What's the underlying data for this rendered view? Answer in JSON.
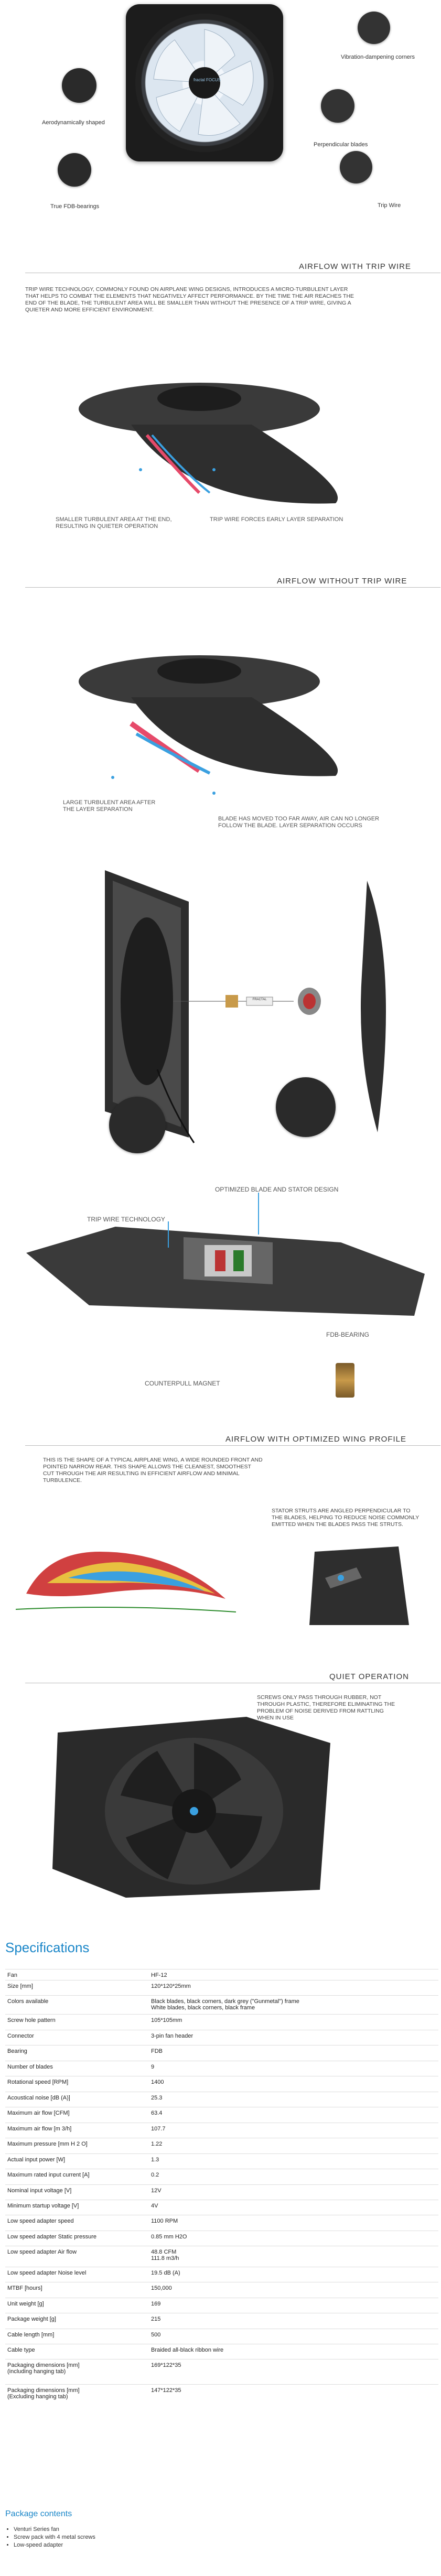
{
  "hero": {
    "labels": {
      "vibration": "Vibration-dampening corners",
      "aero": "Aerodynamically shaped",
      "perpendicular": "Perpendicular blades",
      "fdb": "True FDB-bearings",
      "trip": "Trip Wire"
    },
    "logo": "fractal FOCUS"
  },
  "sections": {
    "with_trip": {
      "title": "AIRFLOW WITH TRIP WIRE",
      "body": "TRIP WIRE TECHNOLOGY, COMMONLY FOUND ON AIRPLANE WING DESIGNS, INTRODUCES A MICRO-TURBULENT LAYER THAT HELPS TO COMBAT THE ELEMENTS THAT NEGATIVELY AFFECT PERFORMANCE. BY THE TIME THE AIR REACHES THE END OF THE BLADE, THE TURBULENT AREA WILL BE SMALLER THAN WITHOUT THE PRESENCE OF A TRIP WIRE, GIVING A QUIETER AND MORE EFFICIENT ENVIRONMENT.",
      "callout_left": "SMALLER TURBULENT AREA AT THE END, RESULTING IN QUIETER OPERATION",
      "callout_right": "TRIP WIRE FORCES EARLY LAYER SEPARATION"
    },
    "without_trip": {
      "title": "AIRFLOW WITHOUT TRIP WIRE",
      "callout_left": "LARGE TURBULENT AREA AFTER THE LAYER SEPARATION",
      "callout_right": "BLADE HAS MOVED TOO FAR AWAY, AIR CAN NO LONGER FOLLOW THE BLADE. LAYER SEPARATION OCCURS"
    },
    "exploded": {
      "sticker": "FRACTAL"
    },
    "design": {
      "optimized": "OPTIMIZED BLADE AND STATOR DESIGN",
      "trip": "TRIP WIRE TECHNOLOGY",
      "fdb": "FDB-BEARING",
      "magnet": "COUNTERPULL MAGNET"
    },
    "wing": {
      "title": "AIRFLOW WITH OPTIMIZED WING PROFILE",
      "body": "THIS IS THE SHAPE OF A TYPICAL AIRPLANE WING, A WIDE ROUNDED FRONT AND POINTED NARROW REAR. THIS SHAPE ALLOWS THE CLEANEST, SMOOTHEST CUT THROUGH THE AIR RESULTING IN EFFICIENT AIRFLOW AND MINIMAL TURBULENCE.",
      "stator": "STATOR STRUTS ARE ANGLED PERPENDICULAR TO THE BLADES, HELPING TO REDUCE NOISE COMMONLY EMITTED WHEN THE BLADES PASS THE STRUTS."
    },
    "quiet": {
      "title": "QUIET OPERATION",
      "body": "SCREWS ONLY PASS THROUGH RUBBER, NOT THROUGH PLASTIC, THEREFORE ELIMINATING THE PROBLEM OF NOISE DERIVED FROM RATTLING WHEN IN USE"
    }
  },
  "specs": {
    "title": "Specifications",
    "rows": [
      {
        "k": "Fan",
        "v": "HF-12"
      },
      {
        "k": "Size [mm]",
        "v": "120*120*25mm"
      },
      {
        "k": "Colors available",
        "v": "Black blades, black corners, dark grey (\"Gunmetal\") frame\nWhite blades, black corners, black frame"
      },
      {
        "k": "Screw hole pattern",
        "v": "105*105mm"
      },
      {
        "k": "Connector",
        "v": "3-pin fan header"
      },
      {
        "k": "Bearing",
        "v": "FDB"
      },
      {
        "k": "Number of blades",
        "v": "9"
      },
      {
        "k": "Rotational speed [RPM]",
        "v": "1400"
      },
      {
        "k": "Acoustical noise [dB (A)]",
        "v": "25.3"
      },
      {
        "k": "Maximum air flow [CFM]",
        "v": "63.4"
      },
      {
        "k": "Maximum air flow [m 3/h]",
        "v": "107.7"
      },
      {
        "k": "Maximum pressure [mm H 2 O]",
        "v": "1.22"
      },
      {
        "k": "Actual input power [W]",
        "v": "1.3"
      },
      {
        "k": "Maximum rated input current [A]",
        "v": "0.2"
      },
      {
        "k": "Nominal input voltage [V]",
        "v": "12V"
      },
      {
        "k": "Minimum startup voltage [V]",
        "v": "4V"
      },
      {
        "k": "Low speed adapter speed",
        "v": "1100 RPM"
      },
      {
        "k": "Low speed adapter Static pressure",
        "v": "0.85 mm H2O"
      },
      {
        "k": "Low speed adapter Air flow",
        "v": "48.8 CFM\n111.8 m3/h"
      },
      {
        "k": "Low speed adapter Noise level",
        "v": "19.5 dB (A)"
      },
      {
        "k": "MTBF [hours]",
        "v": "150,000"
      },
      {
        "k": "Unit weight [g]",
        "v": "169"
      },
      {
        "k": "Package weight [g]",
        "v": "215"
      },
      {
        "k": "Cable length [mm]",
        "v": "500"
      },
      {
        "k": "Cable type",
        "v": "Braided all-black ribbon wire"
      },
      {
        "k": "Packaging dimensions [mm]\n(including hanging tab)",
        "v": "169*122*35"
      },
      {
        "k": "Packaging dimensions [mm]\n(Excluding hanging tab)",
        "v": "147*122*35"
      }
    ]
  },
  "package": {
    "title": "Package contents",
    "items": [
      "Venturi Series fan",
      "Screw pack with 4 metal screws",
      "Low-speed adapter"
    ]
  },
  "colors": {
    "accent": "#1a86c8",
    "line": "#3aa0e0"
  }
}
